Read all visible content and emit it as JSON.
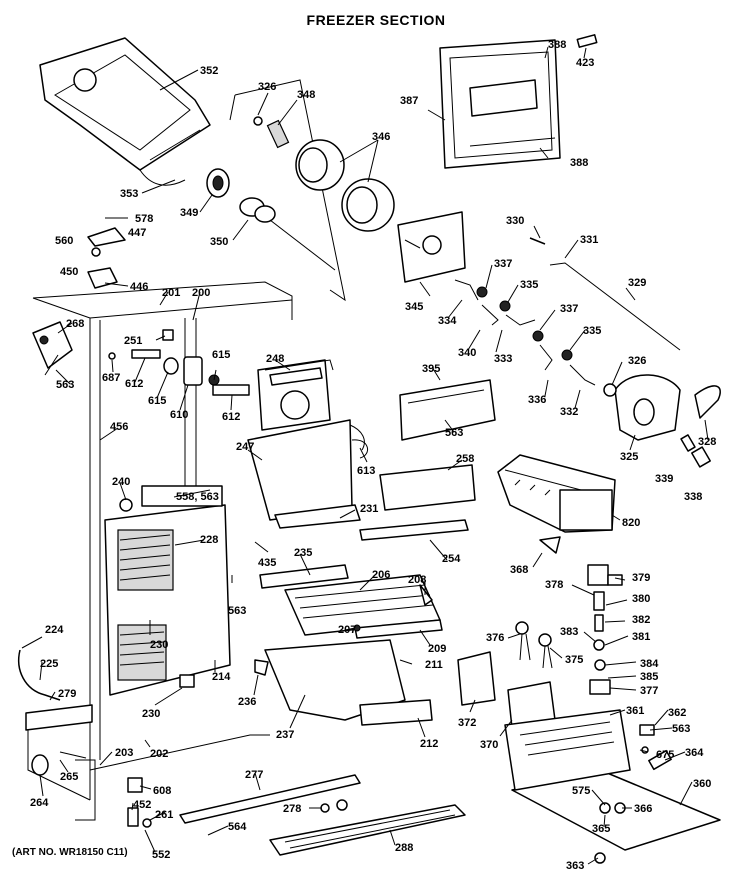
{
  "title": "FREEZER SECTION",
  "art_number": "(ART NO. WR18150 C11)",
  "callouts": [
    "352",
    "326",
    "348",
    "346",
    "353",
    "349",
    "350",
    "578",
    "447",
    "560",
    "450",
    "446",
    "388",
    "423",
    "387",
    "388",
    "330",
    "331",
    "337",
    "335",
    "329",
    "345",
    "334",
    "340",
    "333",
    "337",
    "335",
    "336",
    "332",
    "326",
    "325",
    "328",
    "339",
    "338",
    "268",
    "563",
    "687",
    "612",
    "615",
    "610",
    "201",
    "200",
    "251",
    "615",
    "612",
    "248",
    "247",
    "613",
    "395",
    "563",
    "456",
    "240",
    "558, 563",
    "228",
    "231",
    "258",
    "820",
    "254",
    "435",
    "235",
    "206",
    "208",
    "368",
    "378",
    "379",
    "380",
    "382",
    "381",
    "563",
    "230",
    "207",
    "209",
    "376",
    "375",
    "383",
    "384",
    "385",
    "377",
    "224",
    "225",
    "279",
    "214",
    "211",
    "372",
    "370",
    "361",
    "362",
    "563",
    "230",
    "236",
    "237",
    "212",
    "675",
    "364",
    "202",
    "203",
    "265",
    "277",
    "360",
    "264",
    "608",
    "452",
    "261",
    "564",
    "278",
    "575",
    "366",
    "365",
    "552",
    "288",
    "363"
  ]
}
